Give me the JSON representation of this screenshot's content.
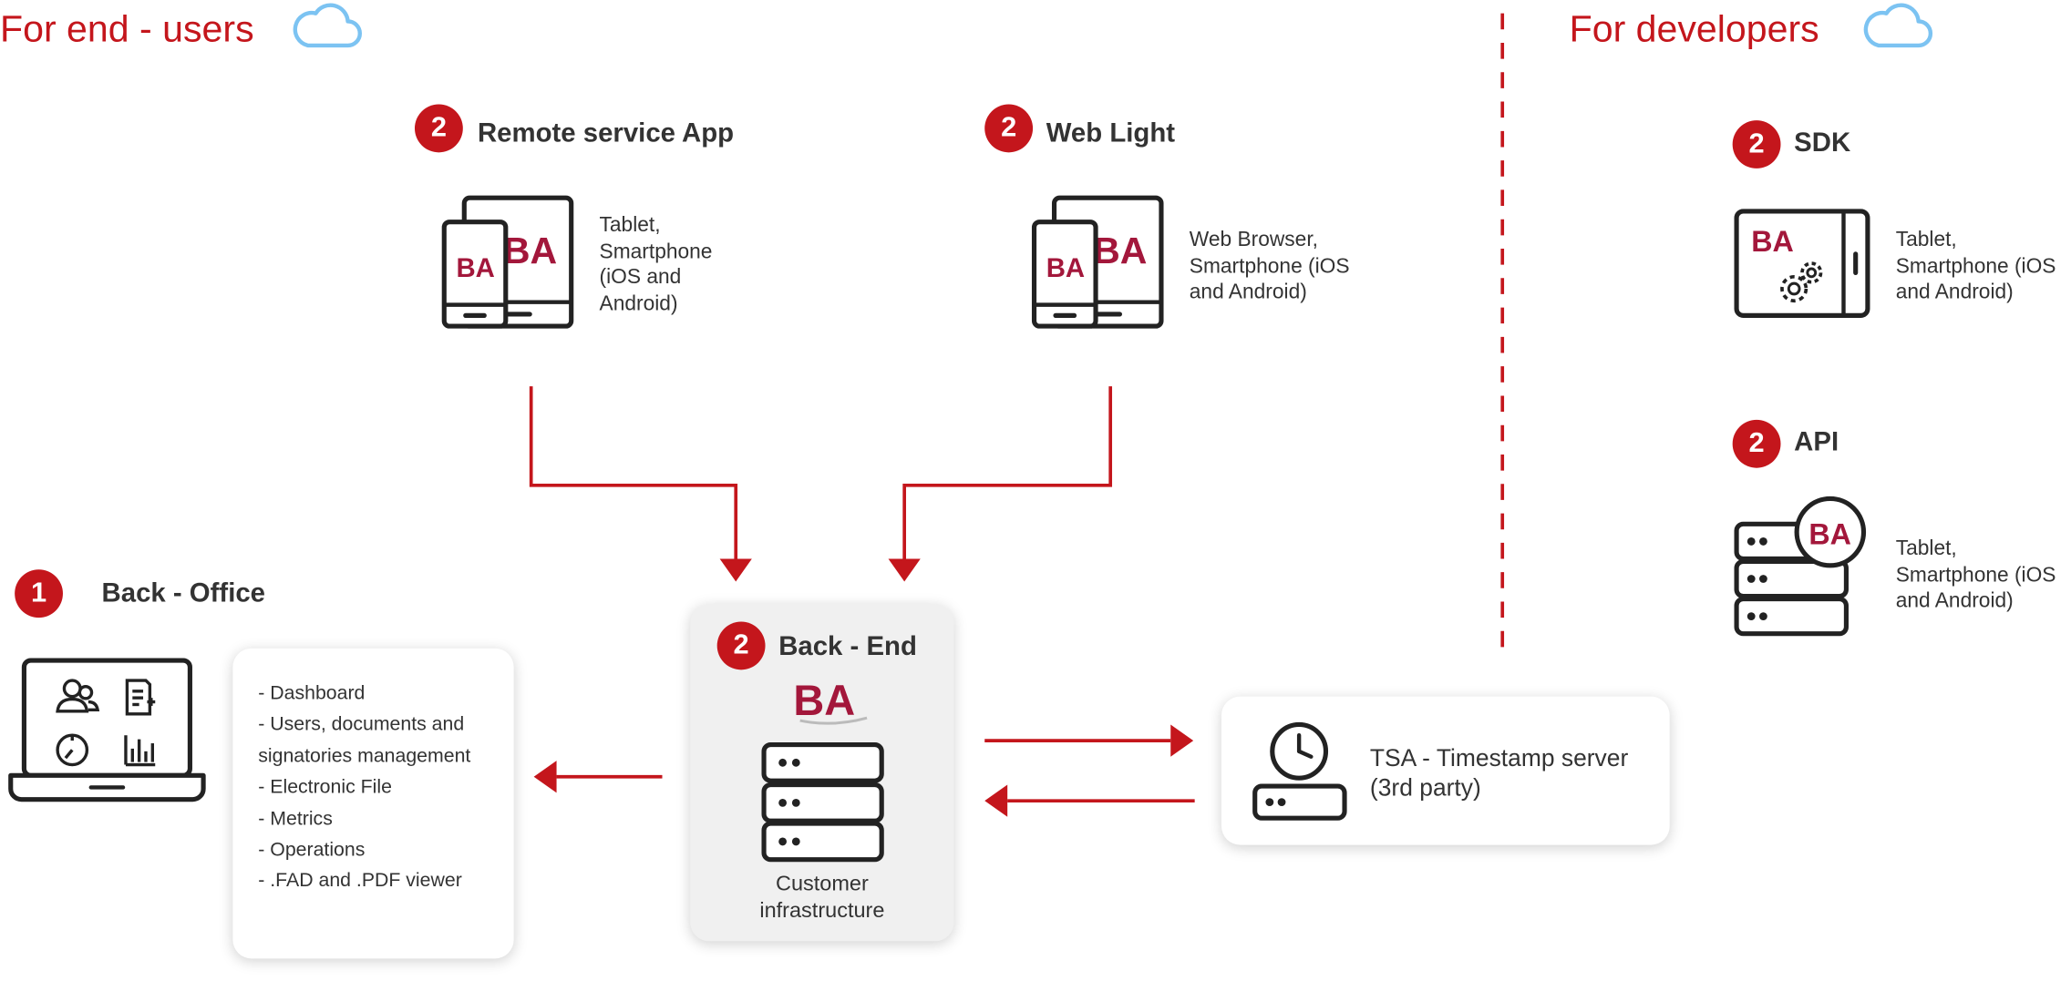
{
  "colors": {
    "accent": "#c4161c",
    "cloud": "#7cc3f2",
    "card_grey": "#f0f0f0"
  },
  "sections": {
    "end_users": {
      "title": "For end - users",
      "icon": "cloud-icon"
    },
    "developers": {
      "title": "For developers",
      "icon": "cloud-icon"
    }
  },
  "logo_text": "BA",
  "nodes": {
    "remote_app": {
      "badge": "2",
      "title": "Remote service App",
      "description": "Tablet,\nSmartphone\n(iOS and\nAndroid)",
      "icon": "tablet-smartphone-icon"
    },
    "web_light": {
      "badge": "2",
      "title": "Web Light",
      "description": "Web Browser,\nSmartphone (iOS\nand Android)",
      "icon": "tablet-smartphone-icon"
    },
    "sdk": {
      "badge": "2",
      "title": "SDK",
      "description": "Tablet,\nSmartphone (iOS\nand Android)",
      "icon": "tablet-gear-icon"
    },
    "api": {
      "badge": "2",
      "title": "API",
      "description": "Tablet,\nSmartphone (iOS\nand Android)",
      "icon": "server-logo-icon"
    },
    "back_office": {
      "badge": "1",
      "title": "Back - Office",
      "icon": "laptop-icon",
      "features": [
        "- Dashboard",
        "- Users, documents and",
        "signatories management",
        "- Electronic File",
        "- Metrics",
        "- Operations",
        "- .FAD and .PDF viewer"
      ]
    },
    "back_end": {
      "badge": "2",
      "title": "Back - End",
      "caption_line1": "Customer",
      "caption_line2": "infrastructure",
      "icon": "server-icon"
    },
    "tsa": {
      "title_line1": "TSA - Timestamp server",
      "title_line2": "(3rd party)",
      "icon": "clock-server-icon"
    }
  }
}
